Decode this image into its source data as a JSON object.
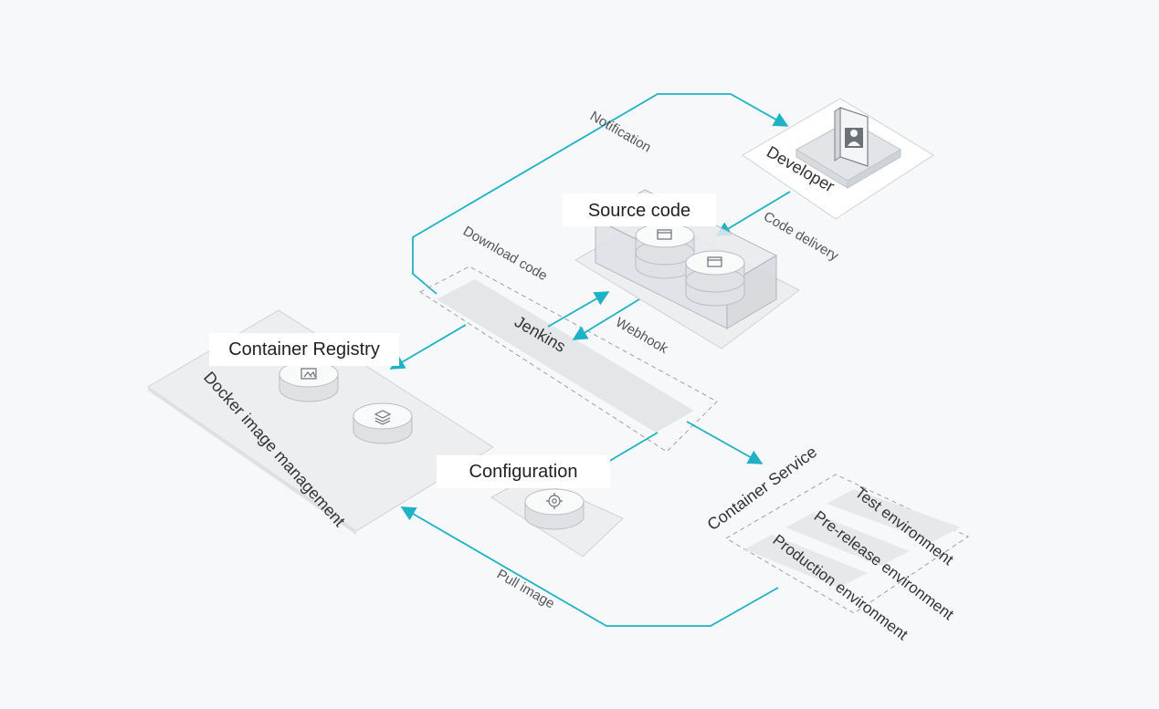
{
  "nodes": {
    "developer": "Developer",
    "source_code": "Source code",
    "jenkins": "Jenkins",
    "container_registry": "Container Registry",
    "docker_image_management": "Docker image management",
    "configuration": "Configuration",
    "container_service": "Container Service"
  },
  "environments": [
    "Test environment",
    "Pre-release environment",
    "Production environment"
  ],
  "flows": {
    "notification": "Notification",
    "code_delivery": "Code delivery",
    "download_code": "Download code",
    "webhook": "Webhook",
    "pull_image": "Pull image"
  },
  "colors": {
    "flow": "#1fb2c6",
    "plate": "#eceef0",
    "background": "#f7f8f9"
  },
  "icons": [
    "user-icon",
    "code-window-icon",
    "image-icon",
    "layers-icon",
    "gear-icon"
  ]
}
